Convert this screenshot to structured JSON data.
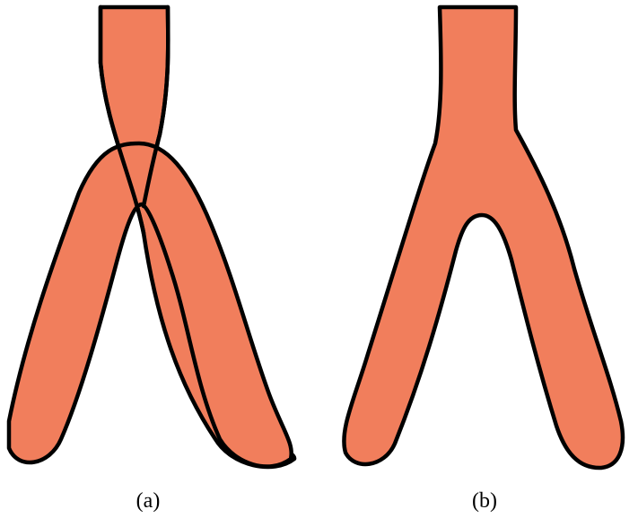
{
  "colors": {
    "fill": "#f17e5c",
    "outline": "#000000",
    "background": "#ffffff",
    "caption": "#000000"
  },
  "panels": [
    {
      "id": "a",
      "caption": "(a)"
    },
    {
      "id": "b",
      "caption": "(b)"
    }
  ]
}
